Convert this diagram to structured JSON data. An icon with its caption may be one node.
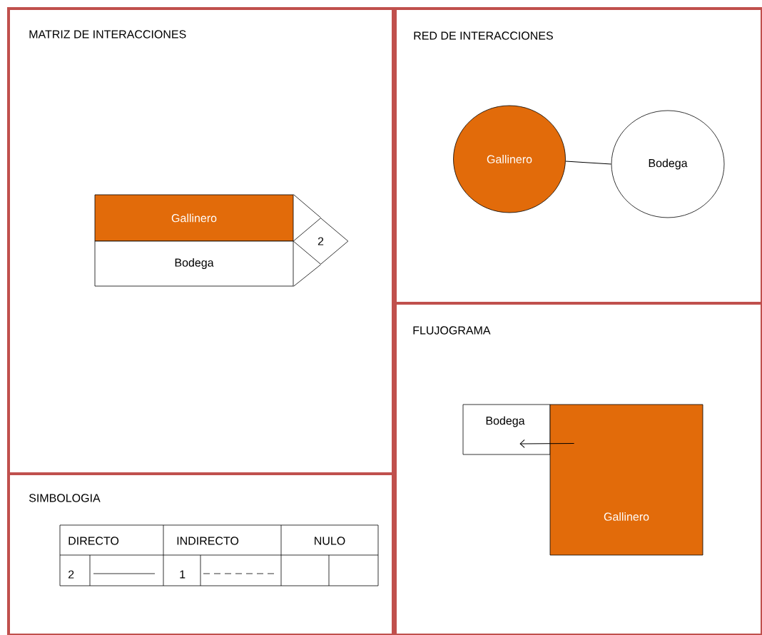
{
  "diagram": {
    "nodes": [
      {
        "text": [
          "MATRIZ DE INTERACCIONES"
        ]
      },
      {
        "text": [
          "Gallinero"
        ],
        "in": 0
      },
      {
        "text": [
          "Bodega"
        ],
        "in": 0
      },
      {
        "text": [
          "2"
        ],
        "in": 0
      },
      {
        "text": [
          "RED DE INTERACCIONES"
        ]
      },
      {
        "text": [
          "Gallinero"
        ],
        "in": 4
      },
      {
        "text": [
          "Bodega"
        ],
        "in": 4
      },
      {
        "text": [
          "FLUJOGRAMA"
        ]
      },
      {
        "text": [
          "Bodega"
        ],
        "in": 7
      },
      {
        "text": [
          "Gallinero"
        ],
        "in": 7
      },
      {
        "text": [
          "SIMBOLOGIA"
        ]
      }
    ],
    "edges": [
      {
        "from": 5,
        "to": 6,
        "arrow": "none"
      },
      {
        "from": 9,
        "to": 8,
        "arrow": "to"
      }
    ],
    "labels": [
      "DIRECTO",
      "INDIRECTO",
      "NULO",
      "2",
      "1"
    ]
  }
}
